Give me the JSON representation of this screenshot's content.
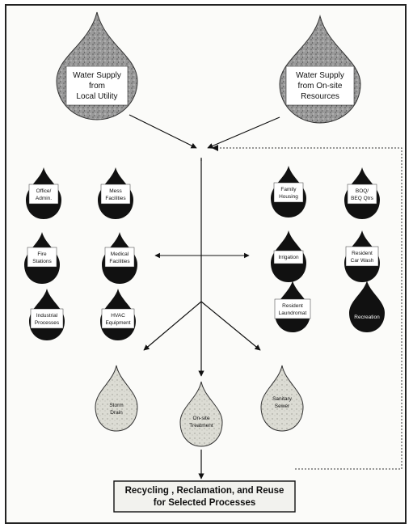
{
  "sources": {
    "utility": [
      "Water Supply",
      "from",
      "Local Utility"
    ],
    "onsite": [
      "Water Supply",
      "from On-site",
      "Resources"
    ]
  },
  "uses_left": [
    [
      "Office/",
      "Admin."
    ],
    [
      "Mess",
      "Facilities"
    ],
    [
      "Fire",
      "Stations"
    ],
    [
      "Medical",
      "Facilities"
    ],
    [
      "Industrial",
      "Processes"
    ],
    [
      "HVAC",
      "Equipment"
    ]
  ],
  "uses_right": [
    [
      "Family",
      "Housing"
    ],
    [
      "BOQ/",
      "BEQ Qtrs"
    ],
    [
      "Irrigation"
    ],
    [
      "Resident",
      "Car Wash"
    ],
    [
      "Resident",
      "Laundromat"
    ],
    [
      "Recreation"
    ]
  ],
  "outflows": {
    "storm": [
      "Storm",
      "Drain"
    ],
    "treatment": [
      "On-site",
      "Treatment"
    ],
    "sanitary": [
      "Sanitary",
      "Sewer"
    ]
  },
  "result_box": [
    "Recycling , Reclamation, and Reuse",
    "for Selected Processes"
  ]
}
